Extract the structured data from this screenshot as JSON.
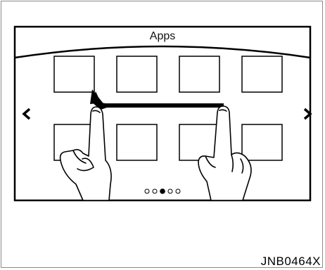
{
  "screen": {
    "title": "Apps",
    "page_indicator": {
      "pages": 5,
      "current": 3
    }
  },
  "nav": {
    "left_arrow": "‹",
    "right_arrow": "›"
  },
  "figure_code": "JNB0464X",
  "icons": {
    "swipe_arrow": "left-arrow-icon",
    "hands": "pointing-hand-icon"
  }
}
